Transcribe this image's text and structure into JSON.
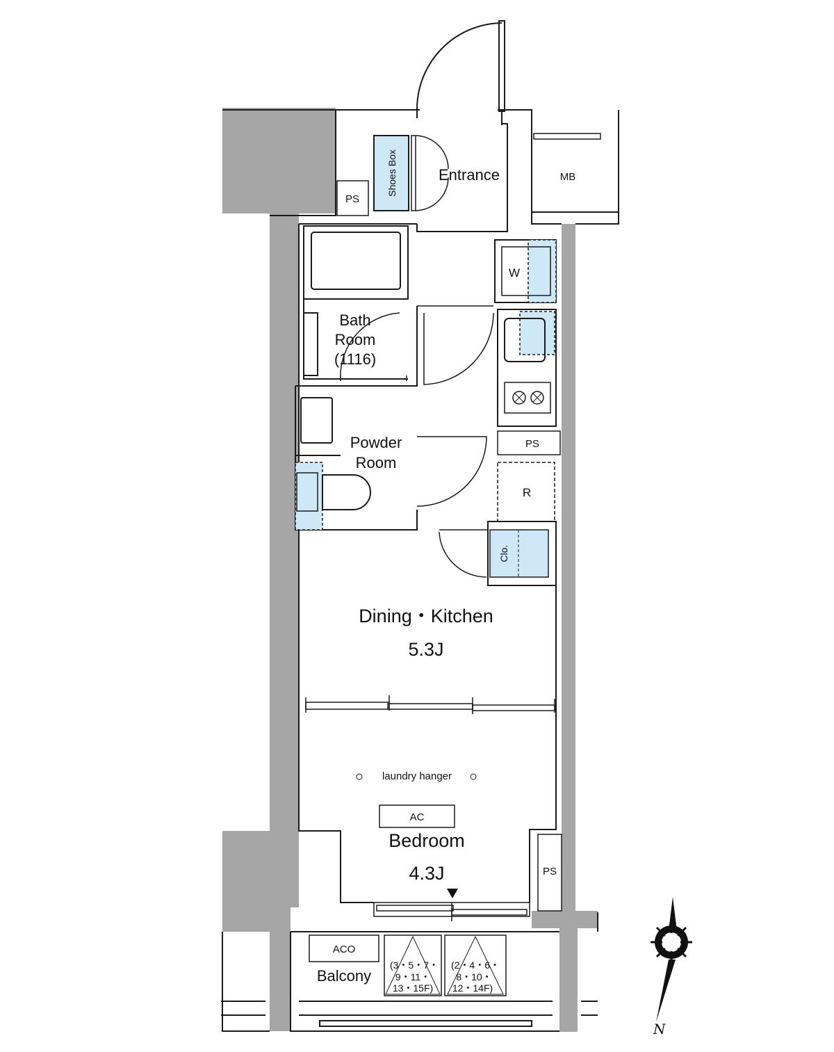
{
  "colors": {
    "wall": "#a6a6a6",
    "line": "#1a1a1a",
    "fixture": "#cfe8f8",
    "background": "#ffffff"
  },
  "rooms": {
    "entrance": "Entrance",
    "shoes_box": "Shoes Box",
    "ps_top": "PS",
    "mb": "MB",
    "washer": "W",
    "bath_line1": "Bath",
    "bath_line2": "Room",
    "bath_line3": "(1116)",
    "powder_line1": "Powder",
    "powder_line2": "Room",
    "ps_kitchen": "PS",
    "refrigerator": "R",
    "closet": "Clo.",
    "dining_kitchen": "Dining・Kitchen",
    "dining_size": "5.3J",
    "laundry_hanger": "laundry hanger",
    "ac": "AC",
    "bedroom": "Bedroom",
    "bedroom_size": "4.3J",
    "ps_bedroom": "PS",
    "aco": "ACO",
    "balcony": "Balcony",
    "hatch_a_line1": "(3・5・7・",
    "hatch_a_line2": "9・11・",
    "hatch_a_line3": "13・15F)",
    "hatch_b_line1": "(2・4・6・",
    "hatch_b_line2": "8・10・",
    "hatch_b_line3": "12・14F)"
  },
  "compass": {
    "icon": "compass-icon",
    "north_label": "N"
  }
}
